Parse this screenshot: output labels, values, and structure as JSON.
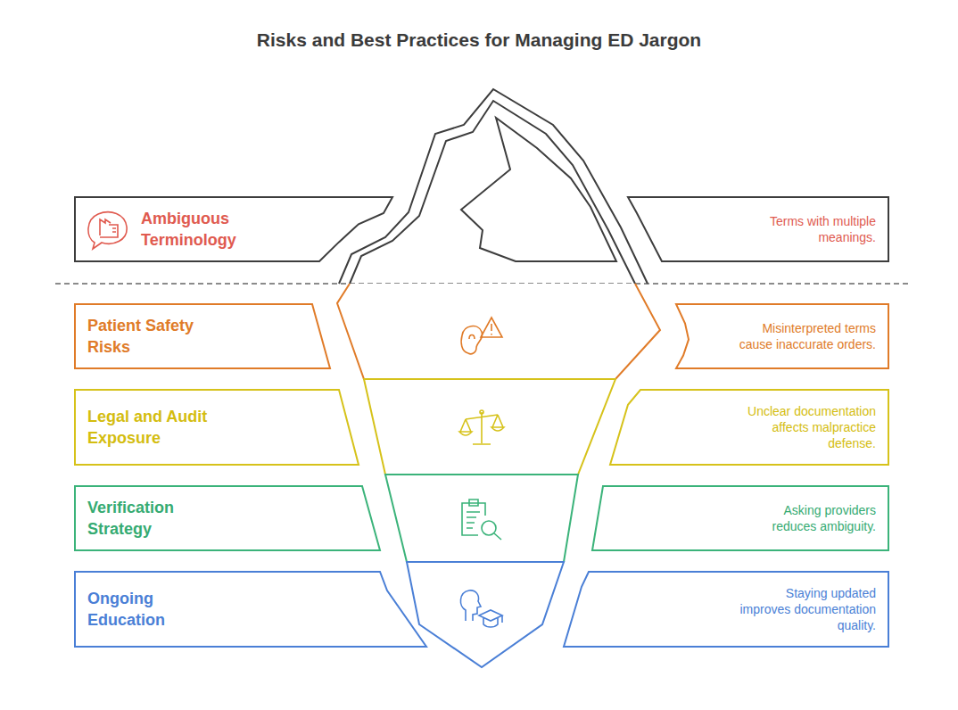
{
  "diagram": {
    "title": "Risks and Best Practices for Managing ED Jargon",
    "nodes": [
      {
        "text": [
          "Ambiguous Terminology"
        ]
      },
      {
        "text": [
          "Terms with multiple meanings."
        ]
      },
      {
        "text": [
          "Patient Safety Risks"
        ]
      },
      {
        "text": [
          "Misinterpreted terms cause inaccurate orders."
        ]
      },
      {
        "text": [
          "Legal and Audit Exposure"
        ]
      },
      {
        "text": [
          "Unclear documentation affects malpractice defense."
        ]
      },
      {
        "text": [
          "Verification Strategy"
        ]
      },
      {
        "text": [
          "Asking providers reduces ambiguity."
        ]
      },
      {
        "text": [
          "Ongoing Education"
        ]
      },
      {
        "text": [
          "Staying updated improves documentation quality."
        ]
      }
    ]
  }
}
